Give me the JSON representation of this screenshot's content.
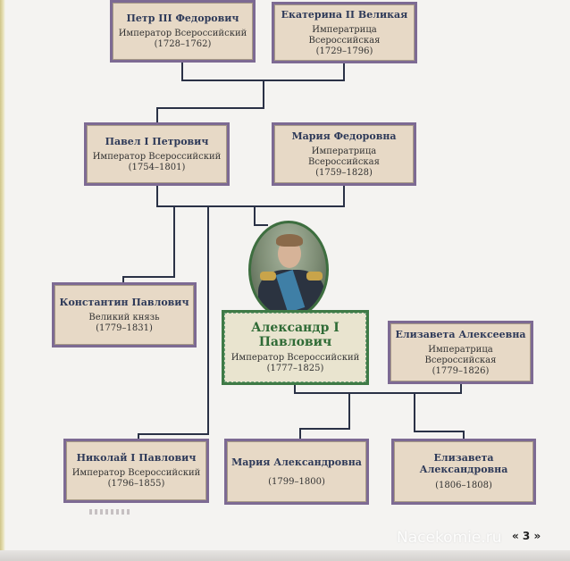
{
  "people": {
    "petr": {
      "name": "Петр III Федорович",
      "title": "Император Всероссийский",
      "years": "(1728–1762)"
    },
    "ekaterina": {
      "name": "Екатерина II Великая",
      "title": "Императрица Всероссийская",
      "years": "(1729–1796)"
    },
    "pavel": {
      "name": "Павел I Петрович",
      "title": "Император Всероссийский",
      "years": "(1754–1801)"
    },
    "maria_f": {
      "name": "Мария Федоровна",
      "title": "Императрица Всероссийская",
      "years": "(1759–1828)"
    },
    "konstantin": {
      "name": "Константин Павлович",
      "title": "Великий князь",
      "years": "(1779–1831)"
    },
    "alexander": {
      "name": "Александр I Павлович",
      "title": "Император Всероссийский",
      "years": "(1777–1825)"
    },
    "elizaveta_a": {
      "name": "Елизавета Алексеевна",
      "title": "Императрица Всероссийская",
      "years": "(1779–1826)"
    },
    "nikolai": {
      "name": "Николай I Павлович",
      "title": "Император Всероссийский",
      "years": "(1796–1855)"
    },
    "maria_a": {
      "name": "Мария Александровна",
      "years": "(1799–1800)"
    },
    "elizaveta_d": {
      "name": "Елизавета Александровна",
      "years": "(1806–1808)"
    }
  },
  "page_number": "« 3 »",
  "watermark": "Nacekomie.ru",
  "colors": {
    "card_fill": "#e7d9c6",
    "card_border": "#7d6a93",
    "main_border": "#3f7a46",
    "main_name": "#2f6b36",
    "line": "#2a3146"
  }
}
